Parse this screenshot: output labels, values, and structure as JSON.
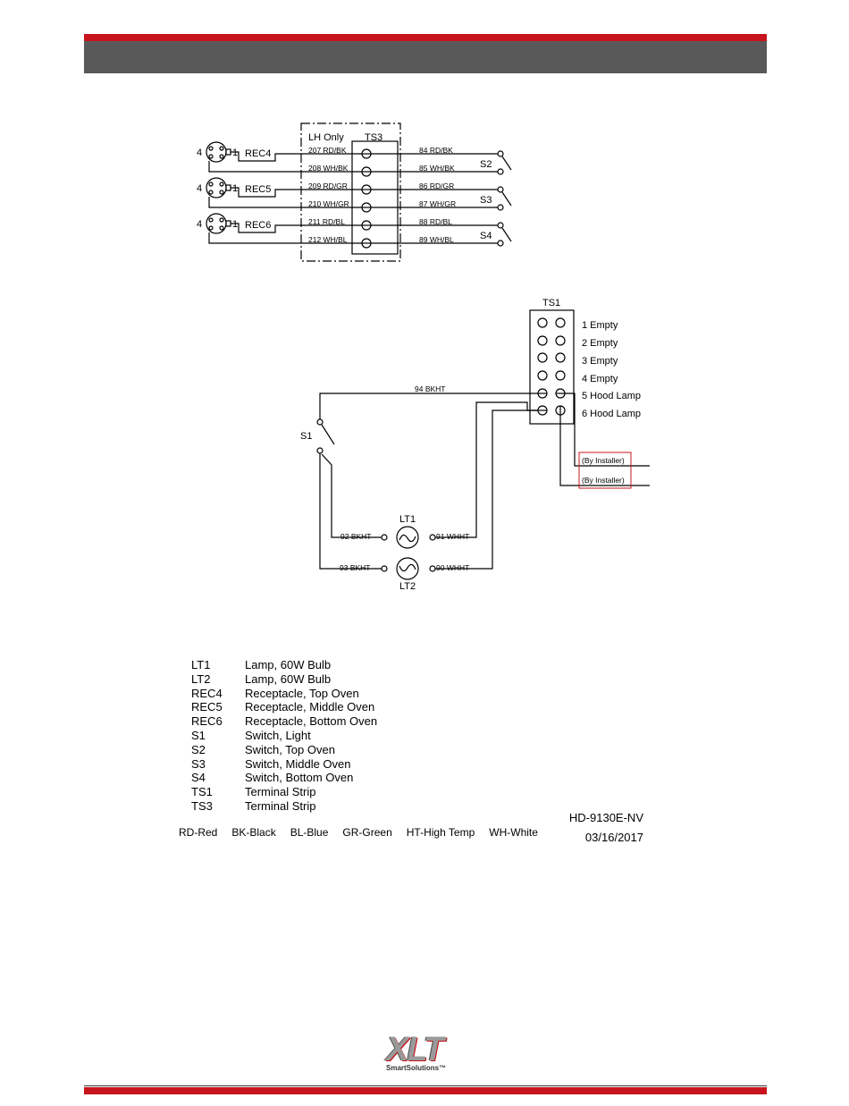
{
  "labels": {
    "lh_only": "LH Only",
    "ts3": "TS3",
    "ts1": "TS1",
    "rec4": "REC4",
    "rec5": "REC5",
    "rec6": "REC6",
    "pin4": "4",
    "pin1": "1",
    "s1": "S1",
    "s2": "S2",
    "s3": "S3",
    "s4": "S4",
    "lt1": "LT1",
    "lt2": "LT2",
    "by_installer": "(By Installer)"
  },
  "wires_left": [
    "207 RD/BK",
    "208 WH/BK",
    "209 RD/GR",
    "210 WH/GR",
    "211 RD/BL",
    "212 WH/BL"
  ],
  "wires_right": [
    "84 RD/BK",
    "85 WH/BK",
    "86 RD/GR",
    "87 WH/GR",
    "88 RD/BL",
    "89 WH/BL"
  ],
  "ts1_terminals": [
    "1 Empty",
    "2 Empty",
    "3 Empty",
    "4 Empty",
    "5 Hood Lamp",
    "6 Hood Lamp"
  ],
  "wire_94": "94 BKHT",
  "wire_92": "92 BKHT",
  "wire_91": "91 WHHT",
  "wire_93": "93 BKHT",
  "wire_90": "90 WHHT",
  "legend": [
    {
      "code": "LT1",
      "desc": "Lamp, 60W Bulb"
    },
    {
      "code": "LT2",
      "desc": "Lamp, 60W Bulb"
    },
    {
      "code": "REC4",
      "desc": "Receptacle, Top Oven"
    },
    {
      "code": "REC5",
      "desc": "Receptacle, Middle Oven"
    },
    {
      "code": "REC6",
      "desc": "Receptacle, Bottom Oven"
    },
    {
      "code": "S1",
      "desc": "Switch, Light"
    },
    {
      "code": "S2",
      "desc": "Switch, Top Oven"
    },
    {
      "code": "S3",
      "desc": "Switch, Middle Oven"
    },
    {
      "code": "S4",
      "desc": "Switch, Bottom Oven"
    },
    {
      "code": "TS1",
      "desc": "Terminal Strip"
    },
    {
      "code": "TS3",
      "desc": "Terminal Strip"
    }
  ],
  "color_codes": [
    "RD-Red",
    "BK-Black",
    "BL-Blue",
    "GR-Green",
    "HT-High Temp",
    "WH-White"
  ],
  "doc_id": "HD-9130E-NV",
  "doc_date": "03/16/2017",
  "logo": {
    "main": "XLT",
    "sub": "SmartSolutions™"
  },
  "colors": {
    "brand_red": "#c8141c",
    "header_grey": "#595959",
    "installer_box": "#c8141c"
  }
}
